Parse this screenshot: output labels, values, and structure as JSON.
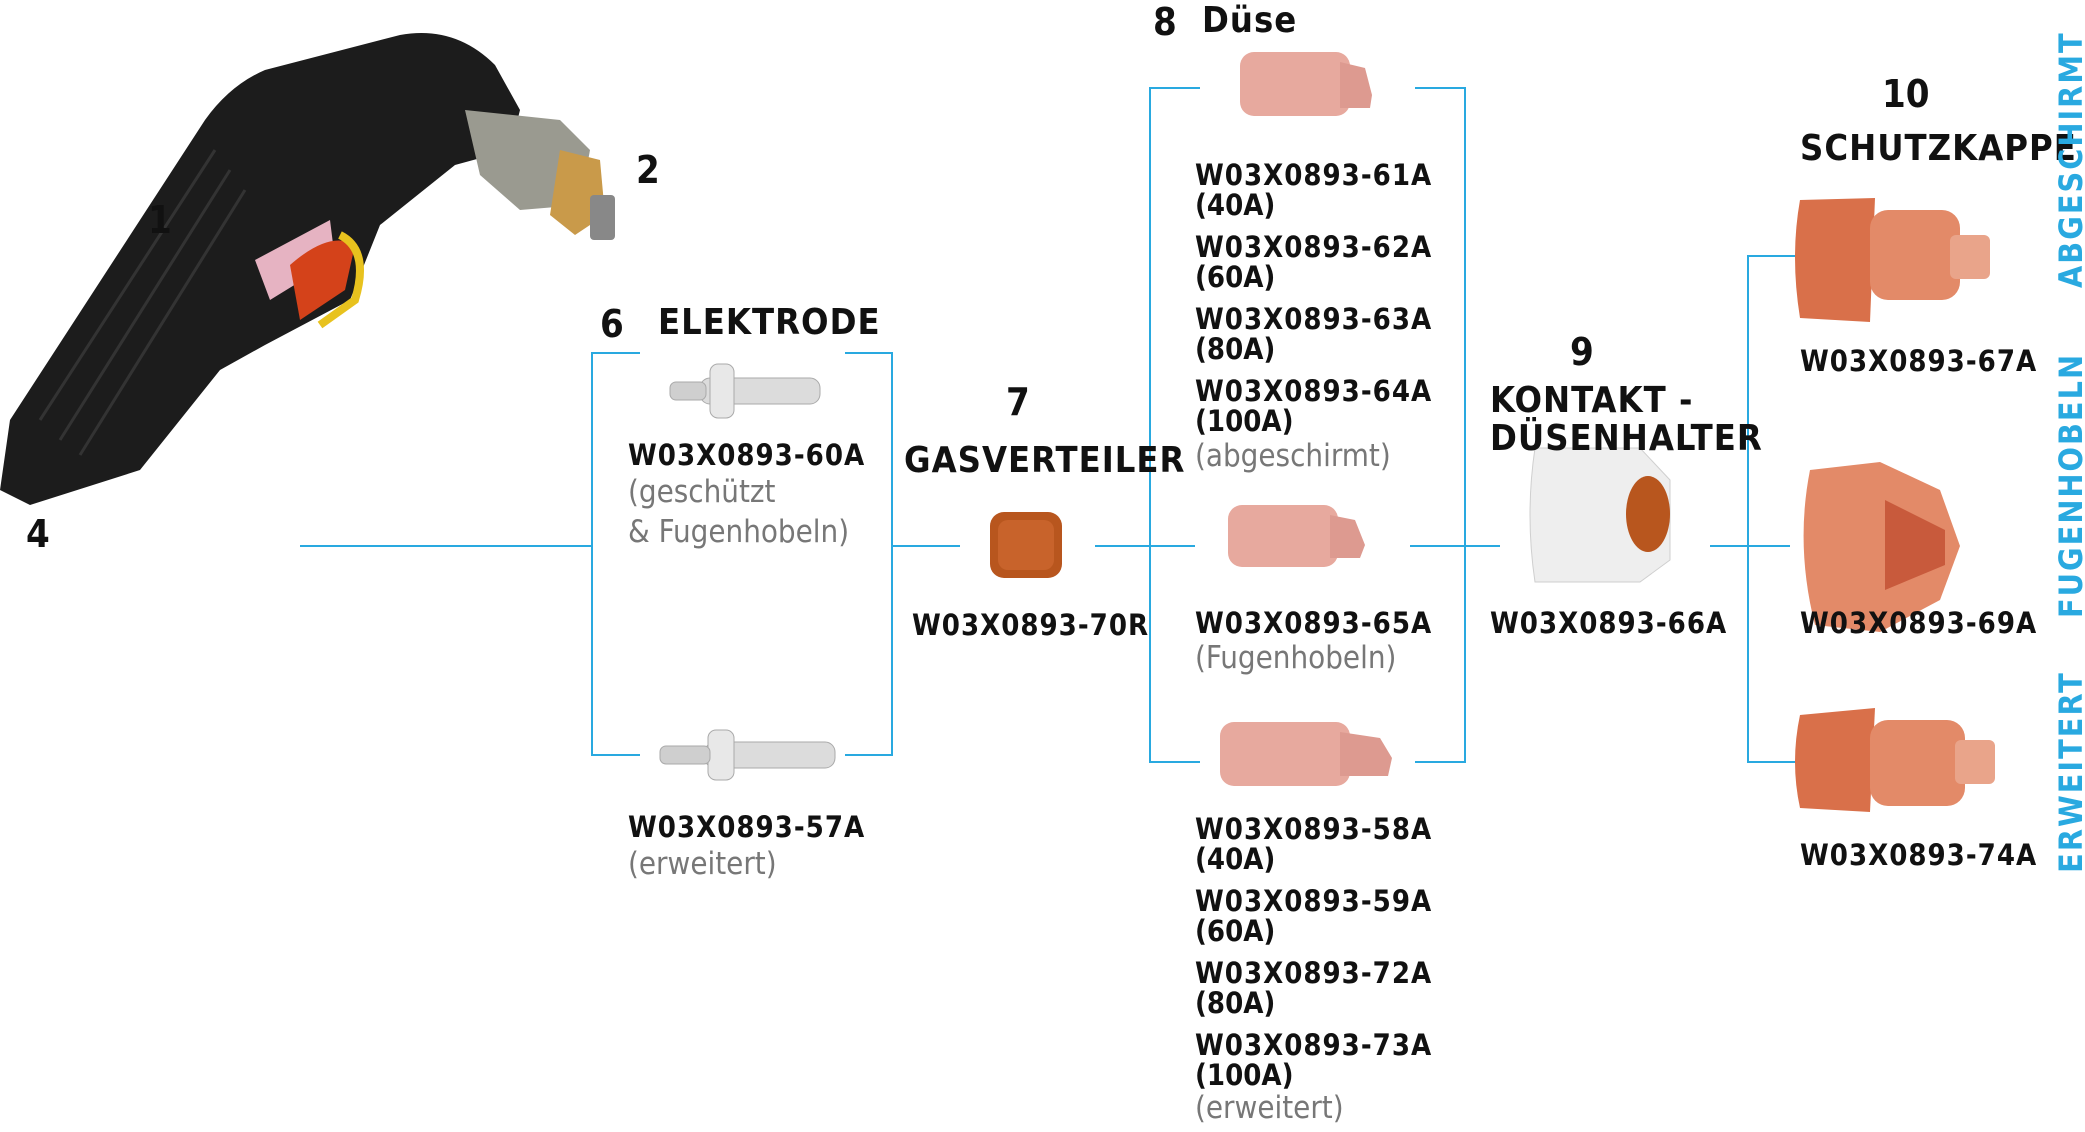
{
  "labels": {
    "n1": "1",
    "n2": "2",
    "n4": "4",
    "n6": "6",
    "elektrode": "ELEKTRODE",
    "n7": "7",
    "gasverteiler": "GASVERTEILER",
    "n8": "8",
    "duese": "Düse",
    "n9": "9",
    "kontakt1": "KONTAKT -",
    "kontakt2": "DÜSENHALTER",
    "n10": "10",
    "schutzkappe": "SCHUTZKAPPE"
  },
  "electrode": {
    "top_code": "W03X0893-60A",
    "top_note1": "(geschützt",
    "top_note2": "& Fugenhobeln)",
    "bottom_code": "W03X0893-57A",
    "bottom_note": "(erweitert)"
  },
  "gas": {
    "code": "W03X0893-70R"
  },
  "nozzle_top": {
    "c1": "W03X0893-61A",
    "a1": "(40A)",
    "c2": "W03X0893-62A",
    "a2": "(60A)",
    "c3": "W03X0893-63A",
    "a3": "(80A)",
    "c4": "W03X0893-64A",
    "a4": "(100A)",
    "note": "(abgeschirmt)"
  },
  "nozzle_mid": {
    "code": "W03X0893-65A",
    "note": "(Fugenhobeln)"
  },
  "nozzle_bot": {
    "c1": "W03X0893-58A",
    "a1": "(40A)",
    "c2": "W03X0893-59A",
    "a2": "(60A)",
    "c3": "W03X0893-72A",
    "a3": "(80A)",
    "c4": "W03X0893-73A",
    "a4": "(100A)",
    "note": "(erweitert)"
  },
  "holder": {
    "code": "W03X0893-66A"
  },
  "caps": {
    "top_code": "W03X0893-67A",
    "mid_code": "W03X0893-69A",
    "bot_code": "W03X0893-74A"
  },
  "side_labels": {
    "top": "ABGESCHIRMT",
    "mid": "FUGENHOBELN",
    "bot": "ERWEITERT"
  },
  "colors": {
    "line": "#29a9e0",
    "side_text": "#29a9e0",
    "copper": "#d9704a",
    "brass": "#b8561e",
    "torch": "#1c1c1c"
  }
}
